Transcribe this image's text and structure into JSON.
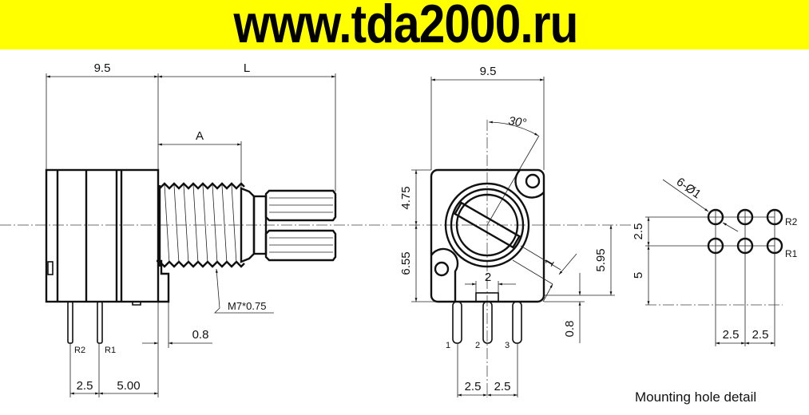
{
  "banner": {
    "text": "www.tda2000.ru",
    "bg_color": "#ffff00"
  },
  "side_view": {
    "dim_body_width": "9.5",
    "dim_length": "L",
    "dim_thread": "A",
    "thread_spec": "M7*0.75",
    "dim_flange": "0.8",
    "pin_labels": [
      "R2",
      "R1"
    ],
    "dim_pin_pitch": "2.5",
    "dim_pin_offset": "5.00"
  },
  "front_view": {
    "dim_width": "9.5",
    "angle": "30°",
    "dim_upper": "4.75",
    "dim_lower": "6.55",
    "dim_right": "5.95",
    "dim_slot": "1",
    "dim_tab": "2",
    "dim_standoff": "0.8",
    "pin_labels": [
      "1",
      "2",
      "3"
    ],
    "dim_pitch_left": "2.5",
    "dim_pitch_right": "2.5"
  },
  "mounting": {
    "hole_spec": "6-Ø1",
    "row_labels": [
      "R2",
      "R1"
    ],
    "dim_row_pitch": "2.5",
    "dim_offset": "5",
    "dim_col_left": "2.5",
    "dim_col_right": "2.5",
    "caption": "Mounting hole detail"
  }
}
